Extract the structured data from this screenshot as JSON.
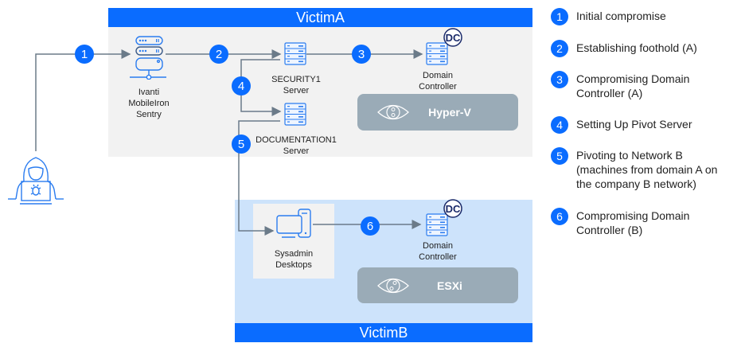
{
  "zones": {
    "victim_a": {
      "title": "VictimA",
      "hypervisor": "Hyper-V"
    },
    "victim_b": {
      "title": "VictimB",
      "hypervisor": "ESXi"
    }
  },
  "nodes": {
    "sentry": {
      "label": [
        "Ivanti",
        "MobileIron",
        "Sentry"
      ],
      "icon": "server-stack-icon"
    },
    "security1": {
      "label": [
        "SECURITY1",
        "Server"
      ],
      "icon": "server-rack-icon"
    },
    "dc_a": {
      "label": [
        "Domain",
        "Controller"
      ],
      "badge": "DC",
      "icon": "server-rack-icon"
    },
    "documentation1": {
      "label": [
        "DOCUMENTATION1",
        "Server"
      ],
      "icon": "server-rack-icon"
    },
    "desktops": {
      "label": [
        "Sysadmin",
        "Desktops"
      ],
      "icon": "desktop-icon"
    },
    "dc_b": {
      "label": [
        "Domain",
        "Controller"
      ],
      "badge": "DC",
      "icon": "server-rack-icon"
    },
    "attacker": {
      "icon": "hacker-icon"
    }
  },
  "steps": [
    "1",
    "2",
    "3",
    "4",
    "5",
    "6"
  ],
  "legend": [
    {
      "num": "1",
      "text": [
        "Initial compromise"
      ]
    },
    {
      "num": "2",
      "text": [
        "Establishing foothold (A)"
      ]
    },
    {
      "num": "3",
      "text": [
        "Compromising Domain",
        "Controller (A)"
      ]
    },
    {
      "num": "4",
      "text": [
        "Setting Up Pivot Server"
      ]
    },
    {
      "num": "5",
      "text": [
        "Pivoting to Network B",
        "(machines from domain A on",
        "the company B network)"
      ]
    },
    {
      "num": "6",
      "text": [
        "Compromising Domain",
        "Controller (B)"
      ]
    }
  ],
  "colors": {
    "accent": "#0a6cff",
    "line": "#6b7b89",
    "zone_a": "#f2f2f2",
    "zone_b": "#cde3fb",
    "hypervisor": "#9aabb7"
  }
}
